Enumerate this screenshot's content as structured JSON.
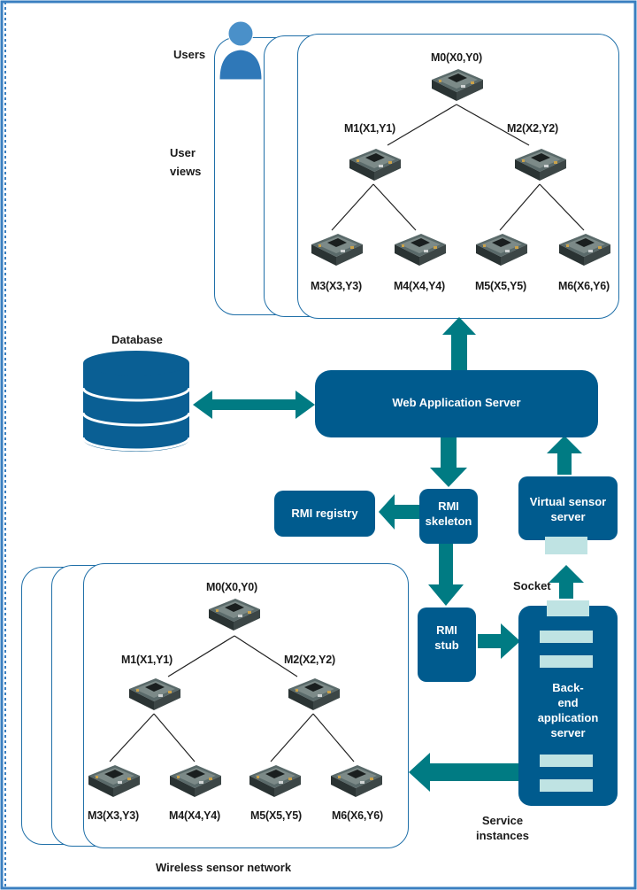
{
  "labels": {
    "users": "Users",
    "user_views": "User\nviews",
    "database": "Database",
    "web_app_server": "Web Application Server",
    "rmi_registry": "RMI registry",
    "rmi_skeleton": "RMI\nskeleton",
    "rmi_stub": "RMI\nstub",
    "virtual_sensor_server": "Virtual sensor\nserver",
    "socket": "Socket",
    "backend_server": "Back-\nend\napplication\nserver",
    "service_instances": "Service\ninstances",
    "wireless_sensor_network": "Wireless sensor network"
  },
  "top_tree": {
    "m0": "M0(X0,Y0)",
    "m1": "M1(X1,Y1)",
    "m2": "M2(X2,Y2)",
    "m3": "M3(X3,Y3)",
    "m4": "M4(X4,Y4)",
    "m5": "M5(X5,Y5)",
    "m6": "M6(X6,Y6)"
  },
  "bottom_tree": {
    "m0": "M0(X0,Y0)",
    "m1": "M1(X1,Y1)",
    "m2": "M2(X2,Y2)",
    "m3": "M3(X3,Y3)",
    "m4": "M4(X4,Y4)",
    "m5": "M5(X5,Y5)",
    "m6": "M6(X6,Y6)"
  },
  "colors": {
    "box": "#005b8e",
    "arrow": "#007b83",
    "frame": "#3a7fc0",
    "slot": "#bfe3e3"
  }
}
